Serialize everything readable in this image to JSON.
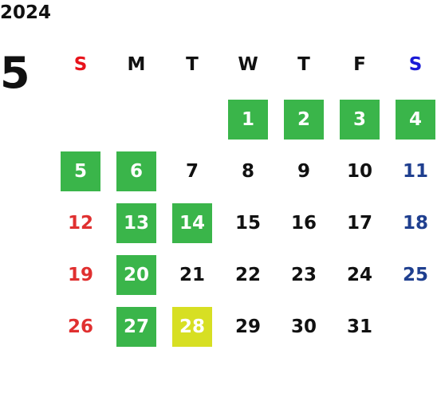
{
  "year": "2024",
  "month": "5",
  "weekdays": [
    {
      "label": "S",
      "color": "#e8131b"
    },
    {
      "label": "M",
      "color": "#111111"
    },
    {
      "label": "T",
      "color": "#111111"
    },
    {
      "label": "W",
      "color": "#111111"
    },
    {
      "label": "T",
      "color": "#111111"
    },
    {
      "label": "F",
      "color": "#111111"
    },
    {
      "label": "S",
      "color": "#1a1ad6"
    }
  ],
  "colors": {
    "sunday_text": "#e03030",
    "saturday_text": "#1f3f8f",
    "highlight_green": "#3ab54a",
    "highlight_yellow": "#d7df23"
  },
  "days": [
    {
      "label": "1",
      "highlight": "green"
    },
    {
      "label": "2",
      "highlight": "green"
    },
    {
      "label": "3",
      "highlight": "green"
    },
    {
      "label": "4",
      "highlight": "green"
    },
    {
      "label": "5",
      "highlight": "green"
    },
    {
      "label": "6",
      "highlight": "green"
    },
    {
      "label": "7",
      "highlight": ""
    },
    {
      "label": "8",
      "highlight": ""
    },
    {
      "label": "9",
      "highlight": ""
    },
    {
      "label": "10",
      "highlight": ""
    },
    {
      "label": "11",
      "highlight": ""
    },
    {
      "label": "12",
      "highlight": ""
    },
    {
      "label": "13",
      "highlight": "green"
    },
    {
      "label": "14",
      "highlight": "green"
    },
    {
      "label": "15",
      "highlight": ""
    },
    {
      "label": "16",
      "highlight": ""
    },
    {
      "label": "17",
      "highlight": ""
    },
    {
      "label": "18",
      "highlight": ""
    },
    {
      "label": "19",
      "highlight": ""
    },
    {
      "label": "20",
      "highlight": "green"
    },
    {
      "label": "21",
      "highlight": ""
    },
    {
      "label": "22",
      "highlight": ""
    },
    {
      "label": "23",
      "highlight": ""
    },
    {
      "label": "24",
      "highlight": ""
    },
    {
      "label": "25",
      "highlight": ""
    },
    {
      "label": "26",
      "highlight": ""
    },
    {
      "label": "27",
      "highlight": "green"
    },
    {
      "label": "28",
      "highlight": "yellow"
    },
    {
      "label": "29",
      "highlight": ""
    },
    {
      "label": "30",
      "highlight": ""
    },
    {
      "label": "31",
      "highlight": ""
    }
  ]
}
